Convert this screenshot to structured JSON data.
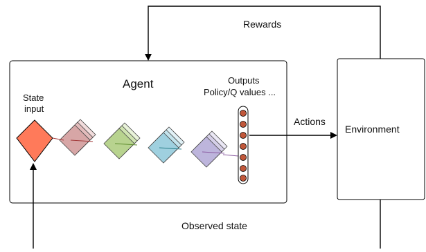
{
  "labels": {
    "rewards": "Rewards",
    "agent": "Agent",
    "outputs_line1": "Outputs",
    "outputs_line2": "Policy/Q values ...",
    "state_line1": "State",
    "state_line2": "input",
    "actions": "Actions",
    "environment": "Environment",
    "observed_state": "Observed state"
  },
  "colors": {
    "stroke": "#000000",
    "input_fill": "#ff7a5a",
    "layer_stacks": [
      [
        "#d7a6a6",
        "#e3bcbc",
        "#f2dcdc"
      ],
      [
        "#b8d38f",
        "#cfe3b1",
        "#e9f3da"
      ],
      [
        "#9fd0df",
        "#c3e3ec",
        "#e1f1f6"
      ],
      [
        "#bdb5dc",
        "#d5cfe8",
        "#ebe8f5"
      ]
    ],
    "layer_arrows": [
      "#a33b3b",
      "#5a8a2a",
      "#2a7f8a",
      "#8a5aa0"
    ],
    "output_node": "#c0573a"
  }
}
